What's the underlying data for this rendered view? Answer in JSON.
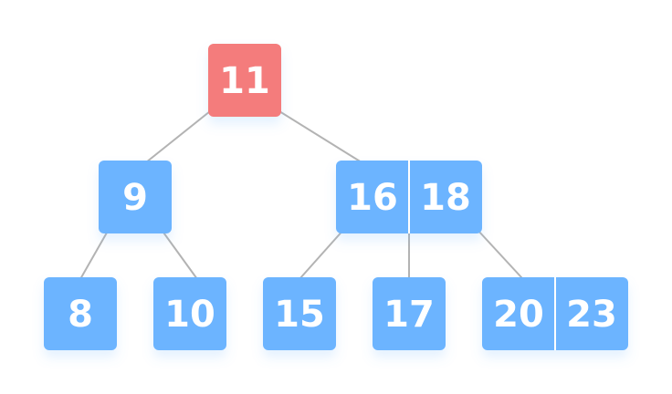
{
  "colors": {
    "highlight": "#f47c7c",
    "node": "#6cb4ff",
    "edge": "#b3b3b3",
    "text": "#ffffff"
  },
  "nodes": [
    {
      "id": "root",
      "keys": [
        "11"
      ],
      "highlighted": true
    },
    {
      "id": "left",
      "keys": [
        "9"
      ],
      "parent": "root"
    },
    {
      "id": "right",
      "keys": [
        "16",
        "18"
      ],
      "parent": "root"
    },
    {
      "id": "left-left",
      "keys": [
        "8"
      ],
      "parent": "left"
    },
    {
      "id": "left-right",
      "keys": [
        "10"
      ],
      "parent": "left"
    },
    {
      "id": "right-left",
      "keys": [
        "15"
      ],
      "parent": "right"
    },
    {
      "id": "right-middle",
      "keys": [
        "17"
      ],
      "parent": "right"
    },
    {
      "id": "right-right",
      "keys": [
        "20",
        "23"
      ],
      "parent": "right"
    }
  ]
}
